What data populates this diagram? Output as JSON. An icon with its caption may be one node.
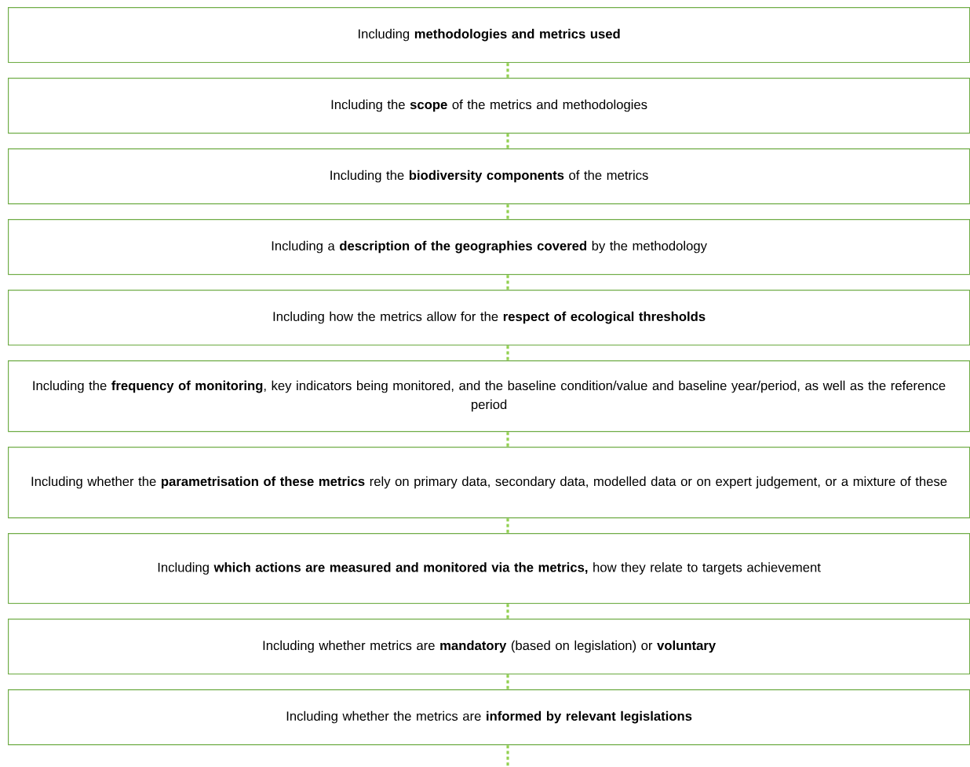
{
  "diagram": {
    "nodes": [
      {
        "text": [
          "Including **methodologies and metrics used**"
        ]
      },
      {
        "text": [
          "Including the **scope** of the metrics and methodologies"
        ]
      },
      {
        "text": [
          "Including the **biodiversity components** of the metrics"
        ]
      },
      {
        "text": [
          "Including a **description of the geographies covered** by the methodology"
        ]
      },
      {
        "text": [
          "Including how the metrics allow for the **respect of ecological thresholds**"
        ]
      },
      {
        "text": [
          "Including the **frequency of monitoring**, key indicators being monitored, and the baseline condition/value and baseline year/period, as well as the reference period"
        ]
      },
      {
        "text": [
          "Including whether the **parametrisation of these metrics** rely on primary data, secondary data, modelled data or on expert judgement, or a mixture of these"
        ]
      },
      {
        "text": [
          "Including **which actions are measured and monitored via the metrics,** how they relate to targets achievement"
        ]
      },
      {
        "text": [
          "Including whether metrics are **mandatory** (based on legislation) or **voluntary**"
        ]
      },
      {
        "text": [
          "Including whether the metrics are **informed by relevant legislations**"
        ]
      }
    ],
    "edges": [
      {
        "from": 0,
        "to": 1,
        "arrow": "none"
      },
      {
        "from": 1,
        "to": 2,
        "arrow": "none"
      },
      {
        "from": 2,
        "to": 3,
        "arrow": "none"
      },
      {
        "from": 3,
        "to": 4,
        "arrow": "none"
      },
      {
        "from": 4,
        "to": 5,
        "arrow": "none"
      },
      {
        "from": 5,
        "to": 6,
        "arrow": "none"
      },
      {
        "from": 6,
        "to": 7,
        "arrow": "none"
      },
      {
        "from": 7,
        "to": 8,
        "arrow": "none"
      },
      {
        "from": 8,
        "to": 9,
        "arrow": "none"
      },
      {
        "from": 9,
        "to": null,
        "arrow": "none"
      }
    ]
  }
}
